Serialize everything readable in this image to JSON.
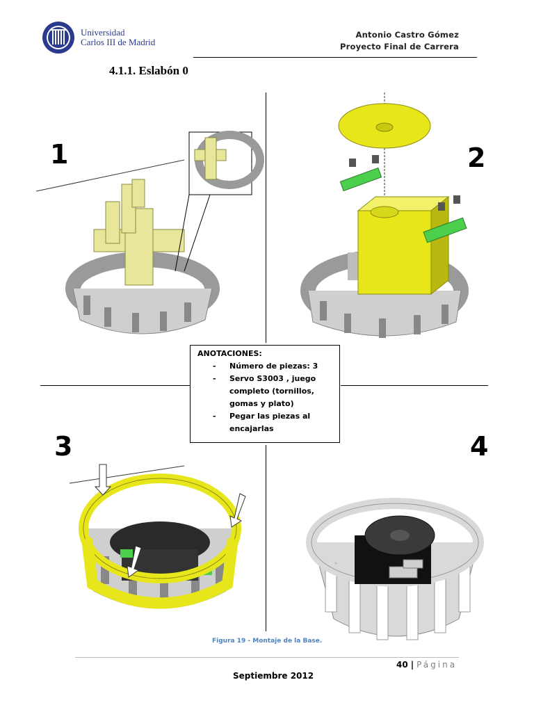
{
  "header": {
    "university_line1": "Universidad",
    "university_line2": "Carlos III de Madrid",
    "author": "Antonio Castro Gómez",
    "project": "Proyecto Final de Carrera"
  },
  "section_heading": "4.1.1. Eslabón 0",
  "steps": [
    "1",
    "2",
    "3",
    "4"
  ],
  "annotations": {
    "title": "ANOTACIONES:",
    "items": [
      "Número de piezas: 3",
      "Servo S3003 , juego completo (tornillos, gomas y plato)",
      "Pegar las piezas  al encajarlas"
    ]
  },
  "caption": "Figura 19 - Montaje de la Base.",
  "footer": {
    "page_number": "40",
    "separator": "|",
    "page_word": "Página",
    "date": "Septiembre 2012"
  },
  "colors": {
    "yellow_part": "#e8e69a",
    "yellow_plate": "#e6e61a",
    "green_part": "#4ccf4c",
    "gray_part": "#bdbdbd",
    "dark_servo": "#2a2a2a",
    "brand_blue": "#2a3a8c",
    "caption_blue": "#4f81bd"
  }
}
